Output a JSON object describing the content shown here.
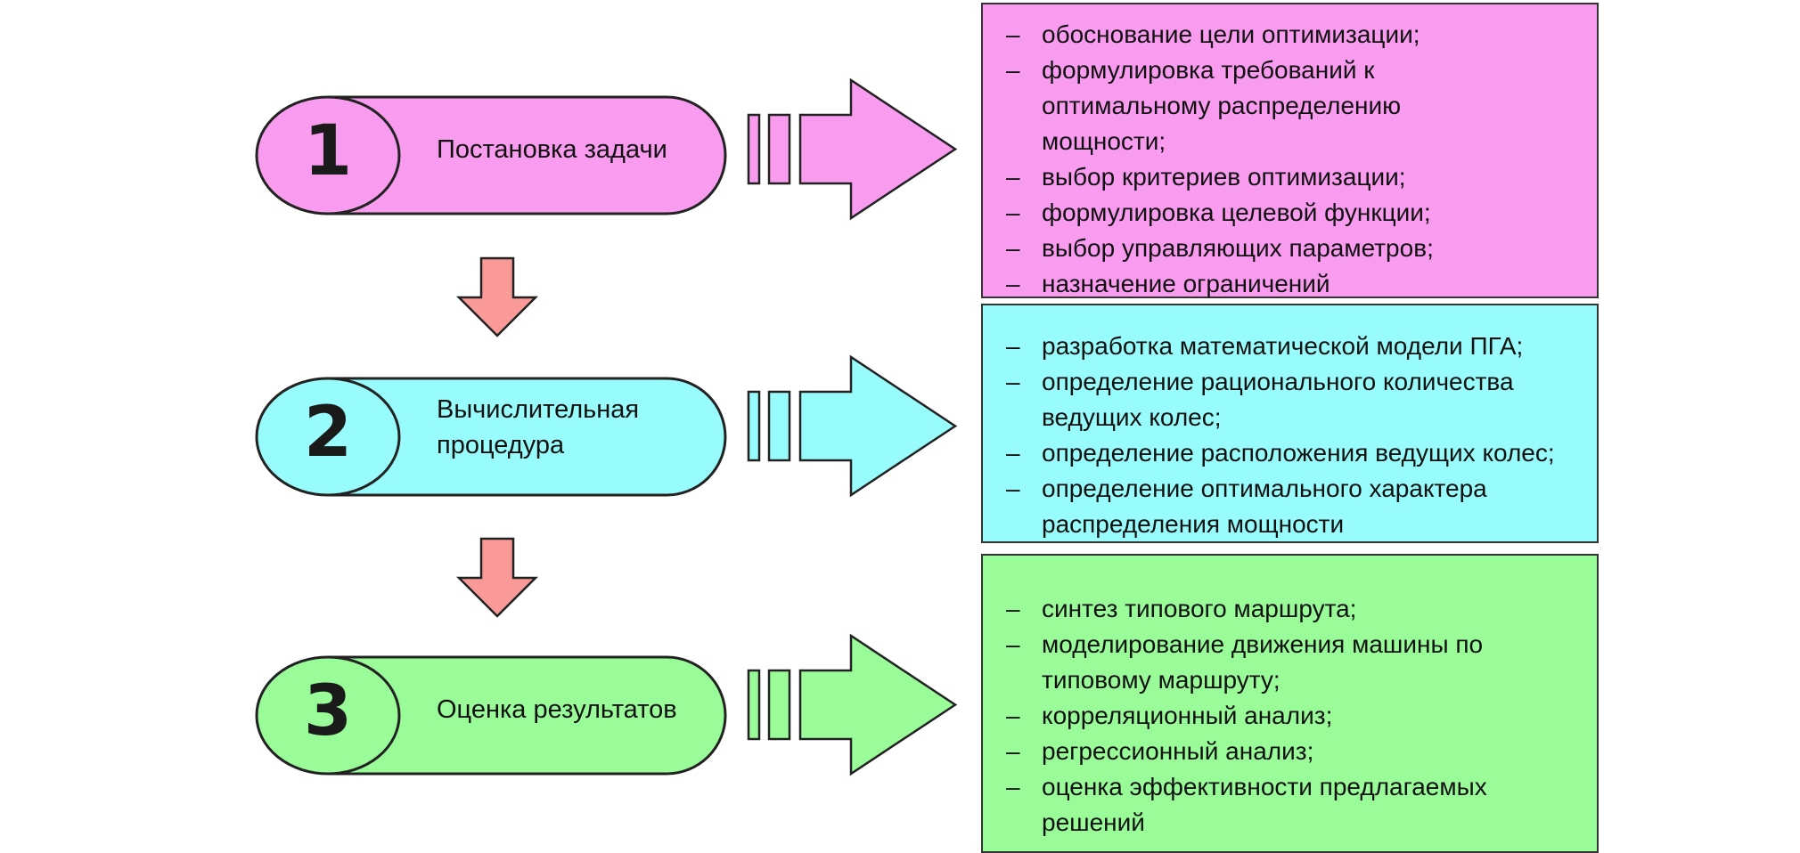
{
  "colors": {
    "stage1": "#f99cf0",
    "stage2": "#99fcfc",
    "stage3": "#99fc99",
    "down_arrow": "#f99a98",
    "outline": "#222222"
  },
  "stages": [
    {
      "number": "1",
      "label": "Постановка задачи",
      "items": [
        "обоснование цели оптимизации;",
        "формулировка требований к оптимальному распределению мощности;",
        "выбор критериев оптимизации;",
        "формулировка целевой функции;",
        "выбор управляющих параметров;",
        "назначение ограничений"
      ]
    },
    {
      "number": "2",
      "label": "Вычислительная процедура",
      "items": [
        "разработка математической модели ПГА;",
        "определение рационального количества ведущих колес;",
        "определение расположения ведущих колес;",
        "определение оптимального характера распределения мощности"
      ]
    },
    {
      "number": "3",
      "label": "Оценка результатов",
      "items": [
        "синтез типового маршрута;",
        "моделирование движения машины по типовому маршруту;",
        "корреляционный анализ;",
        "регрессионный анализ;",
        "оценка эффективности предлагаемых решений"
      ]
    }
  ],
  "dash": "–"
}
